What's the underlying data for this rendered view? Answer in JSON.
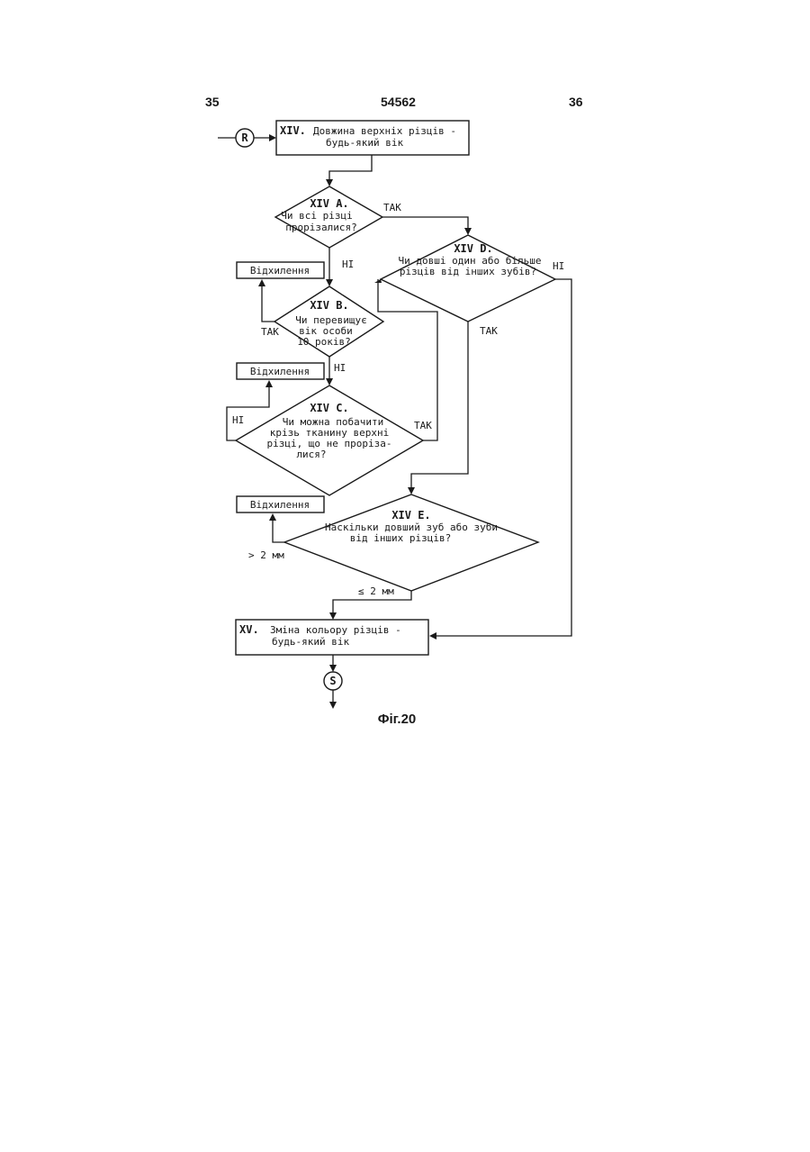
{
  "header": {
    "page_left": "35",
    "patent_number": "54562",
    "page_right": "36"
  },
  "connectors": {
    "start": "R",
    "end": "S"
  },
  "boxes": {
    "xiv": {
      "code": "XIV.",
      "line1": "Довжина верхніх різців -",
      "line2": "будь-який вік"
    },
    "xv": {
      "code": "XV.",
      "line1": "Зміна кольору різців -",
      "line2": "будь-який вік"
    }
  },
  "decisions": {
    "a": {
      "code": "XIV A.",
      "line1": "Чи всі різці",
      "line2": "прорізалися?"
    },
    "b": {
      "code": "XIV B.",
      "line1": "Чи перевищує",
      "line2": "вік особи",
      "line3": "10 років?"
    },
    "c": {
      "code": "XIV C.",
      "line1": "Чи можна побачити",
      "line2": "крізь тканину верхні",
      "line3": "різці, що не прорізa-",
      "line4": "лися?"
    },
    "d": {
      "code": "XIV D.",
      "line1": "Чи довші один або більше",
      "line2": "різців від інших зубів?"
    },
    "e": {
      "code": "XIV E.",
      "line1": "Наскільки довший зуб або зуби",
      "line2": "від інших різців?"
    }
  },
  "outcomes": {
    "b": "Відхилення",
    "c": "Відхилення",
    "e": "Відхилення"
  },
  "edge_labels": {
    "a_yes": "ТАК",
    "a_no": "НІ",
    "b_yes": "ТАК",
    "b_no": "НІ",
    "c_no": "НІ",
    "c_yes": "ТАК",
    "d_no": "НІ",
    "d_yes": "ТАК",
    "e_more": "> 2 мм",
    "e_less": "≤ 2 мм"
  },
  "caption": "Фіг.20"
}
